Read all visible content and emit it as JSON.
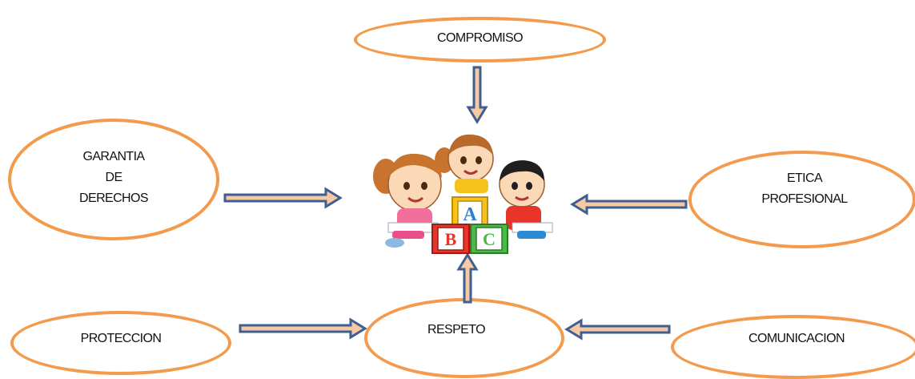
{
  "colors": {
    "oval_border": "#F39A4C",
    "arrow_fill": "#F7C9A3",
    "arrow_stroke": "#3F5F93"
  },
  "nodes": {
    "compromiso": [
      "COMPROMISO"
    ],
    "garantia": [
      "GARANTIA",
      "DE",
      "DERECHOS"
    ],
    "etica": [
      "ETICA",
      "PROFESIONAL"
    ],
    "proteccion": [
      "PROTECCION"
    ],
    "respeto": [
      "RESPETO"
    ],
    "comunicacion": [
      "COMUNICACION"
    ]
  },
  "center_illustration": {
    "icon": "children-abc-blocks-icon",
    "blocks": [
      "A",
      "B",
      "C"
    ]
  }
}
